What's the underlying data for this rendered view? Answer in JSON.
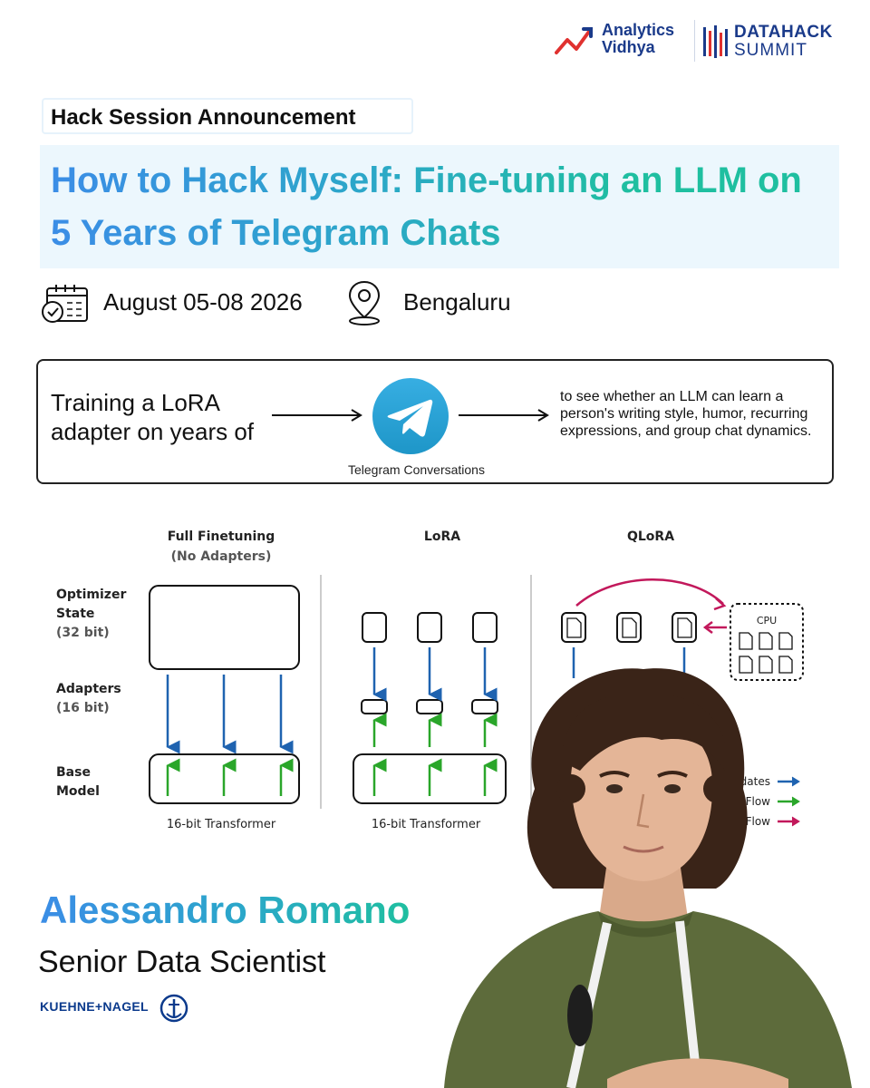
{
  "brand": {
    "av_line1": "Analytics",
    "av_line2": "Vidhya",
    "dh_line1": "DATAHACK",
    "dh_line2": "SUMMIT",
    "primary_color": "#1a3a8a",
    "accent_red": "#e0312f"
  },
  "announcement_label": "Hack Session Announcement",
  "title": "How to Hack Myself: Fine-tuning an LLM on 5 Years of Telegram Chats",
  "event": {
    "date": "August 05-08 2026",
    "location": "Bengaluru"
  },
  "flow": {
    "left_text": "Training a LoRA adapter on years of",
    "middle_label": "Telegram Conversations",
    "right_text": "to see whether an LLM can learn a person's writing style, humor, recurring expressions, and group chat dynamics."
  },
  "diagram": {
    "col1_title": "Full Finetuning",
    "col1_subtitle": "(No Adapters)",
    "col2_title": "LoRA",
    "col3_title": "QLoRA",
    "row1_label": "Optimizer",
    "row1_label2": "State",
    "row1_bits": "(32 bit)",
    "row2_label": "Adapters",
    "row2_bits": "(16 bit)",
    "row3_label": "Base",
    "row3_label2": "Model",
    "col1_footer": "16-bit Transformer",
    "col2_footer": "16-bit Transformer",
    "cpu_label": "CPU",
    "legend_1": "r Updates",
    "legend_2": "dient Flow",
    "legend_3": "aging Flow",
    "color_update": "#1f63b0",
    "color_gradient": "#2aa62a",
    "color_paging": "#c2185b"
  },
  "speaker": {
    "name": "Alessandro Romano",
    "role": "Senior Data Scientist",
    "company": "KUEHNE+NAGEL"
  }
}
